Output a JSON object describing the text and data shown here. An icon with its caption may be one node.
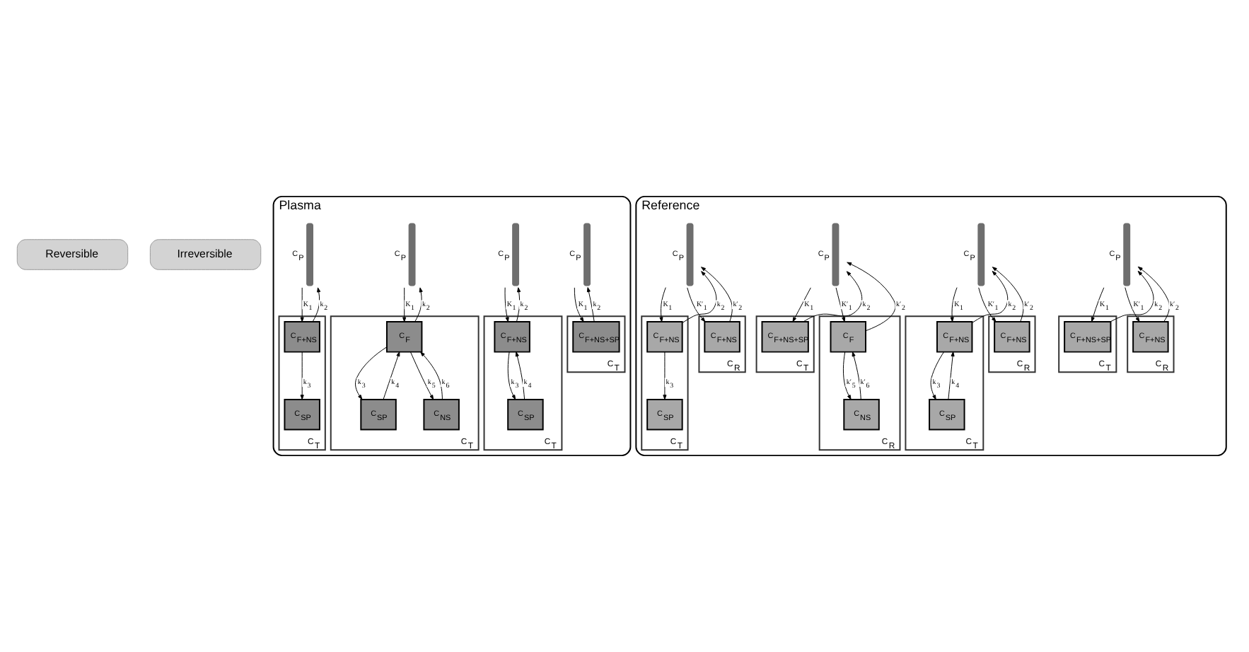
{
  "diagram": {
    "nodes": [
      {
        "text": [
          "Reversible"
        ]
      },
      {
        "text": [
          "Irreversible"
        ]
      },
      {
        "text": [
          "Plasma"
        ]
      },
      {
        "text": [],
        "shape": "bar",
        "beside": [
          "C$_{P}$"
        ],
        "in": 2
      },
      {
        "text": [
          "C$_{T}$"
        ],
        "in": 2
      },
      {
        "text": [
          "C$_{F+NS+SP}$"
        ],
        "in": 4
      },
      {
        "text": [],
        "shape": "bar",
        "beside": [
          "C$_{P}$"
        ],
        "in": 2
      },
      {
        "text": [
          "C$_{T}$"
        ],
        "in": 2
      },
      {
        "text": [
          "C$_{F+NS}$"
        ],
        "in": 7
      },
      {
        "text": [
          "C$_{SP}$"
        ],
        "in": 7
      },
      {
        "text": [],
        "shape": "bar",
        "beside": [
          "C$_{P}$"
        ],
        "in": 2
      },
      {
        "text": [
          "C$_{T}$"
        ],
        "in": 2
      },
      {
        "text": [
          "C$_{F}$"
        ],
        "in": 11
      },
      {
        "text": [
          "C$_{SP}$"
        ],
        "in": 11
      },
      {
        "text": [
          "C$_{NS}$"
        ],
        "in": 11
      },
      {
        "text": [],
        "shape": "bar",
        "beside": [
          "C$_{P}$"
        ],
        "in": 2
      },
      {
        "text": [
          "C$_{T}$"
        ],
        "in": 2
      },
      {
        "text": [
          "C$_{F+NS}$"
        ],
        "in": 16
      },
      {
        "text": [
          "C$_{SP}$"
        ],
        "in": 16
      },
      {
        "text": [
          "Reference"
        ]
      },
      {
        "text": [],
        "shape": "bar",
        "beside": [
          "C$_{P}$"
        ],
        "in": 19
      },
      {
        "text": [
          "C$_{T}$"
        ],
        "in": 19
      },
      {
        "text": [
          "C$_{F+NS+SP}$"
        ],
        "in": 21
      },
      {
        "text": [
          "C$_{R}$"
        ],
        "in": 19
      },
      {
        "text": [
          "C$_{F+NS}$"
        ],
        "in": 23
      },
      {
        "text": [],
        "shape": "bar",
        "beside": [
          "C$_{P}$"
        ],
        "in": 19
      },
      {
        "text": [
          "C$_{T}$"
        ],
        "in": 19
      },
      {
        "text": [
          "C$_{F+NS}$"
        ],
        "in": 26
      },
      {
        "text": [
          "C$_{SP}$"
        ],
        "in": 26
      },
      {
        "text": [
          "C$_{R}$"
        ],
        "in": 19
      },
      {
        "text": [
          "C$_{F+NS}$"
        ],
        "in": 29
      },
      {
        "text": [],
        "shape": "bar",
        "beside": [
          "C$_{P}$"
        ],
        "in": 19
      },
      {
        "text": [
          "C$_{T}$"
        ],
        "in": 19
      },
      {
        "text": [
          "C$_{F+NS+SP}$"
        ],
        "in": 32
      },
      {
        "text": [
          "C$_{R}$"
        ],
        "in": 19
      },
      {
        "text": [
          "C$_{F}$"
        ],
        "in": 34
      },
      {
        "text": [
          "C$_{NS}$"
        ],
        "in": 34
      },
      {
        "text": [],
        "shape": "bar",
        "beside": [
          "C$_{P}$"
        ],
        "in": 19
      },
      {
        "text": [
          "C$_{T}$"
        ],
        "in": 19
      },
      {
        "text": [
          "C$_{F+NS}$"
        ],
        "in": 38
      },
      {
        "text": [
          "C$_{SP}$"
        ],
        "in": 38
      },
      {
        "text": [
          "C$_{R}$"
        ],
        "in": 19
      },
      {
        "text": [
          "C$_{F+NS}$"
        ],
        "in": 41
      }
    ],
    "edges": [
      {
        "from": 3,
        "to": 5,
        "arrow": "to",
        "label": "K$_{1}$"
      },
      {
        "from": 5,
        "to": 3,
        "arrow": "to",
        "label": "k$_{2}$"
      },
      {
        "from": 6,
        "to": 8,
        "arrow": "to",
        "label": "K$_{1}$"
      },
      {
        "from": 8,
        "to": 6,
        "arrow": "to",
        "label": "k$_{2}$"
      },
      {
        "from": 8,
        "to": 9,
        "arrow": "to",
        "label": "k$_{3}$"
      },
      {
        "from": 9,
        "to": 8,
        "arrow": "to",
        "label": "k$_{4}$"
      },
      {
        "from": 10,
        "to": 12,
        "arrow": "to",
        "label": "K$_{1}$"
      },
      {
        "from": 12,
        "to": 10,
        "arrow": "to",
        "label": "k$_{2}$"
      },
      {
        "from": 12,
        "to": 13,
        "arrow": "to",
        "label": "k$_{3}$"
      },
      {
        "from": 13,
        "to": 12,
        "arrow": "to",
        "label": "k$_{4}$"
      },
      {
        "from": 12,
        "to": 14,
        "arrow": "to",
        "label": "k$_{5}$"
      },
      {
        "from": 14,
        "to": 12,
        "arrow": "to",
        "label": "k$_{6}$"
      },
      {
        "from": 15,
        "to": 17,
        "arrow": "to",
        "label": "K$_{1}$"
      },
      {
        "from": 17,
        "to": 15,
        "arrow": "to",
        "label": "k$_{2}$"
      },
      {
        "from": 17,
        "to": 18,
        "arrow": "to",
        "label": "k$_{3}$"
      },
      {
        "from": 20,
        "to": 22,
        "arrow": "to",
        "label": "K$_{1}$"
      },
      {
        "from": 22,
        "to": 20,
        "arrow": "to",
        "label": "k$_{2}$"
      },
      {
        "from": 20,
        "to": 24,
        "arrow": "to",
        "label": "K′$_{1}$"
      },
      {
        "from": 24,
        "to": 20,
        "arrow": "to",
        "label": "k′$_{2}$"
      },
      {
        "from": 25,
        "to": 27,
        "arrow": "to",
        "label": "K$_{1}$"
      },
      {
        "from": 27,
        "to": 25,
        "arrow": "to",
        "label": "k$_{2}$"
      },
      {
        "from": 27,
        "to": 28,
        "arrow": "to",
        "label": "k$_{3}$"
      },
      {
        "from": 28,
        "to": 27,
        "arrow": "to",
        "label": "k$_{4}$"
      },
      {
        "from": 25,
        "to": 30,
        "arrow": "to",
        "label": "K′$_{1}$"
      },
      {
        "from": 30,
        "to": 25,
        "arrow": "to",
        "label": "k′$_{2}$"
      },
      {
        "from": 31,
        "to": 33,
        "arrow": "to",
        "label": "K$_{1}$"
      },
      {
        "from": 33,
        "to": 31,
        "arrow": "to",
        "label": "k$_{2}$"
      },
      {
        "from": 31,
        "to": 35,
        "arrow": "to",
        "label": "K′$_{1}$"
      },
      {
        "from": 35,
        "to": 31,
        "arrow": "to",
        "label": "k′$_{2}$"
      },
      {
        "from": 35,
        "to": 36,
        "arrow": "to",
        "label": "k′$_{5}$"
      },
      {
        "from": 36,
        "to": 35,
        "arrow": "to",
        "label": "k′$_{6}$"
      },
      {
        "from": 37,
        "to": 39,
        "arrow": "to",
        "label": "K$_{1}$"
      },
      {
        "from": 39,
        "to": 37,
        "arrow": "to",
        "label": "k$_{2}$"
      },
      {
        "from": 39,
        "to": 40,
        "arrow": "to",
        "label": "k$_{3}$"
      },
      {
        "from": 37,
        "to": 42,
        "arrow": "to",
        "label": "K′$_{1}$"
      },
      {
        "from": 42,
        "to": 37,
        "arrow": "to",
        "label": "k′$_{2}$"
      }
    ]
  }
}
